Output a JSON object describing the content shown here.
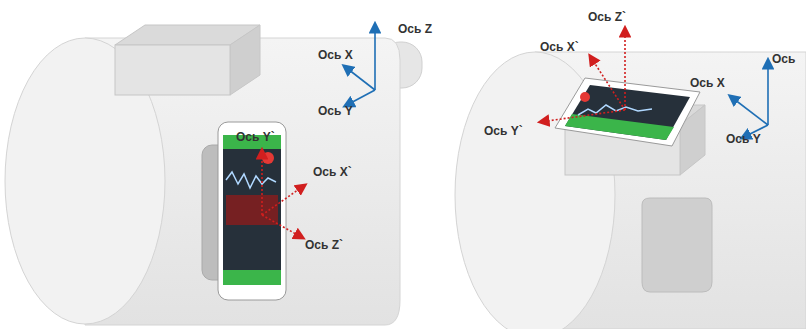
{
  "diagram": {
    "labels": [
      "Ось Z",
      "Ось X",
      "Ось Y",
      "Ось Y`",
      "Ось X`",
      "Ось Z`",
      "Ось Z`",
      "Ось X`",
      "Ось",
      "Ось X",
      "Ось Y",
      "Ось Y`"
    ]
  }
}
